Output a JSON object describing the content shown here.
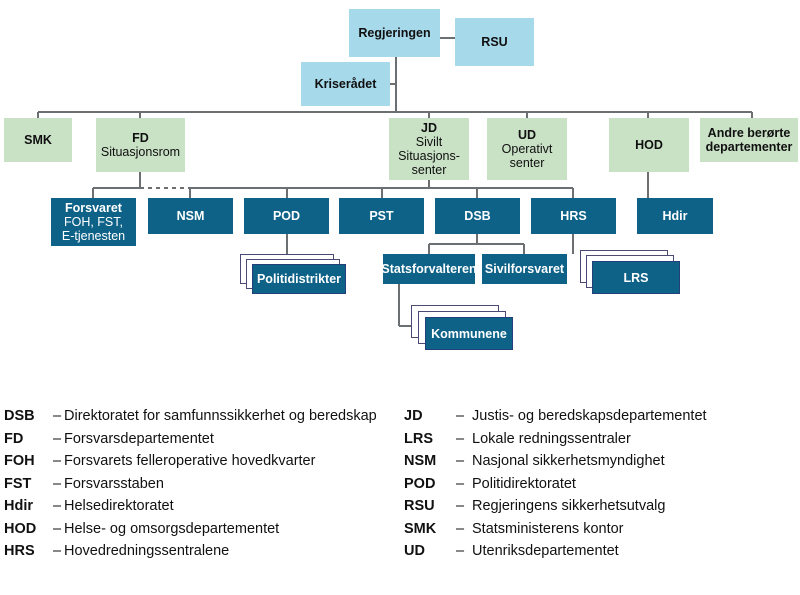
{
  "diagram": {
    "title_nodes": {
      "regjeringen": {
        "label": "Regjeringen"
      },
      "rsu": {
        "label": "RSU"
      },
      "kriseradet": {
        "label": "Kriserådet"
      }
    },
    "departments": [
      {
        "id": "smk",
        "title": "SMK",
        "sub": ""
      },
      {
        "id": "fd",
        "title": "FD",
        "sub": "Situasjonsrom"
      },
      {
        "id": "jd",
        "title": "JD",
        "sub": "Sivilt\nSituasjons-\nsenter"
      },
      {
        "id": "ud",
        "title": "UD",
        "sub": "Operativt\nsenter"
      },
      {
        "id": "hod",
        "title": "HOD",
        "sub": ""
      },
      {
        "id": "andre",
        "title": "Andre berørte\ndepartementer",
        "sub": ""
      }
    ],
    "agencies": [
      {
        "id": "forsvaret",
        "title": "Forsvaret",
        "sub": "FOH, FST,\nE-tjenesten"
      },
      {
        "id": "nsm",
        "title": "NSM",
        "sub": ""
      },
      {
        "id": "pod",
        "title": "POD",
        "sub": ""
      },
      {
        "id": "pst",
        "title": "PST",
        "sub": ""
      },
      {
        "id": "dsb",
        "title": "DSB",
        "sub": ""
      },
      {
        "id": "hrs",
        "title": "HRS",
        "sub": ""
      },
      {
        "id": "hdir",
        "title": "Hdir",
        "sub": ""
      }
    ],
    "sub_nodes": [
      {
        "id": "statsforvalteren",
        "label": "Statsforvalteren",
        "stacked": false
      },
      {
        "id": "sivilforsvaret",
        "label": "Sivilforsvaret",
        "stacked": false
      }
    ],
    "stacked_nodes": [
      {
        "id": "politidistrikter",
        "label": "Politidistrikter"
      },
      {
        "id": "lrs",
        "label": "LRS"
      },
      {
        "id": "kommunene",
        "label": "Kommunene"
      }
    ],
    "colors": {
      "light_blue": "#a6d9ea",
      "green": "#c9e2c6",
      "dark_blue": "#0e6288",
      "line": "#6b6f72",
      "stack_outline": "#4a4a74"
    }
  },
  "legend": {
    "left": [
      {
        "abbr": "DSB",
        "dash": "–",
        "full": "Direktoratet for samfunnssikkerhet og beredskap"
      },
      {
        "abbr": "FD",
        "dash": "–",
        "full": "Forsvarsdepartementet"
      },
      {
        "abbr": "FOH",
        "dash": "–",
        "full": "Forsvarets felleroperative hovedkvarter"
      },
      {
        "abbr": "FST",
        "dash": "–",
        "full": "Forsvarsstaben"
      },
      {
        "abbr": "Hdir",
        "dash": "–",
        "full": "Helsedirektoratet"
      },
      {
        "abbr": "HOD",
        "dash": "–",
        "full": "Helse- og omsorgsdepartementet"
      },
      {
        "abbr": "HRS",
        "dash": "–",
        "full": "Hovedredningssentralene"
      }
    ],
    "right": [
      {
        "abbr": "JD",
        "dash": "–",
        "full": "Justis- og beredskapsdepartementet"
      },
      {
        "abbr": "LRS",
        "dash": "–",
        "full": "Lokale redningssentraler"
      },
      {
        "abbr": "NSM",
        "dash": "–",
        "full": "Nasjonal sikkerhetsmyndighet"
      },
      {
        "abbr": "POD",
        "dash": "–",
        "full": "Politidirektoratet"
      },
      {
        "abbr": "RSU",
        "dash": "–",
        "full": "Regjeringens sikkerhetsutvalg"
      },
      {
        "abbr": "SMK",
        "dash": "–",
        "full": "Statsministerens kontor"
      },
      {
        "abbr": "UD",
        "dash": "–",
        "full": "Utenriksdepartementet"
      }
    ]
  }
}
